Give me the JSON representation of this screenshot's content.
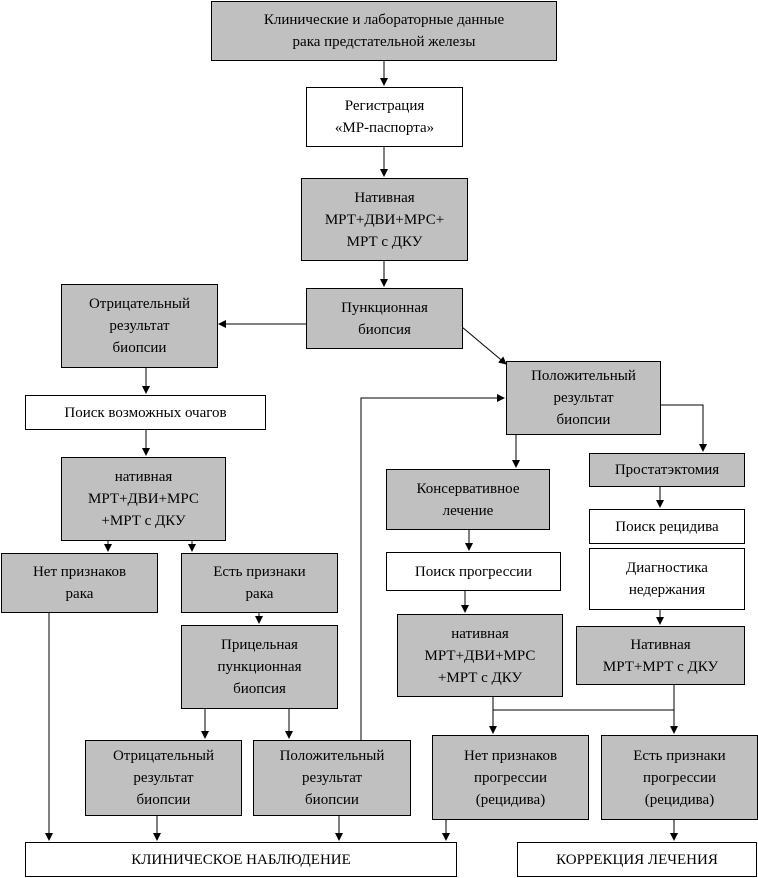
{
  "nodes": {
    "clinical_data": "Клинические и лабораторные данные\nрака предстательной железы",
    "registration": "Регистрация\n«МР-паспорта»",
    "native_mri_1": "Нативная\nМРТ+ДВИ+МРС+\nМРТ с ДКУ",
    "puncture_biopsy": "Пункционная\nбиопсия",
    "negative_result_1": "Отрицательный\nрезультат\nбиопсии",
    "positive_result_1": "Положительный\nрезультат\nбиопсии",
    "search_foci": "Поиск возможных очагов",
    "native_mri_2": "нативная\nМРТ+ДВИ+МРС\n+МРТ с ДКУ",
    "no_signs_cancer": "Нет признаков\nрака",
    "signs_cancer": "Есть признаки\nрака",
    "targeted_biopsy": "Прицельная\nпункционная\nбиопсия",
    "negative_result_2": "Отрицательный\nрезультат\nбиопсии",
    "positive_result_2": "Положительный\nрезультат\nбиопсии",
    "clinical_observation": "КЛИНИЧЕСКОЕ НАБЛЮДЕНИЕ",
    "conservative_treatment": "Консервативное\nлечение",
    "search_progression": "Поиск прогрессии",
    "native_mri_3": "нативная\nМРТ+ДВИ+МРС\n+МРТ с ДКУ",
    "prostatectomy": "Простатэктомия",
    "search_recurrence": "Поиск рецидива",
    "incontinence_diagnostics": "Диагностика\nнедержания",
    "native_mri_4": "Нативная\nМРТ+МРТ с ДКУ",
    "no_signs_progression": "Нет признаков\nпрогрессии\n(рецидива)",
    "signs_progression": "Есть признаки\nпрогрессии\n(рецидива)",
    "treatment_correction": "КОРРЕКЦИЯ ЛЕЧЕНИЯ"
  },
  "colors": {
    "box_gray": "#c0c0c0",
    "box_white": "#ffffff",
    "line": "#000000"
  }
}
